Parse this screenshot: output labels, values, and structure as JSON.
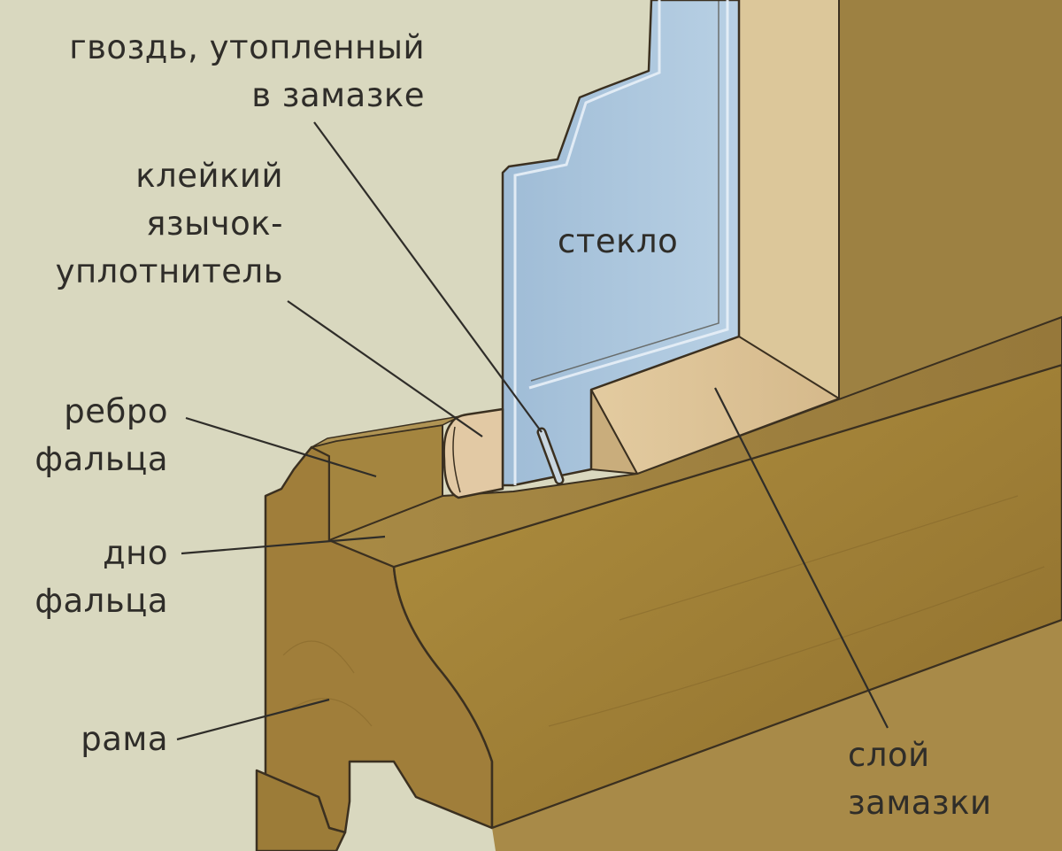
{
  "labels": {
    "nail": [
      "гвоздь, утопленный",
      "в замазке"
    ],
    "tongue": [
      "клейкий",
      "язычок-",
      "уплотнитель"
    ],
    "rebate_edge": [
      "ребро",
      "фальца"
    ],
    "rebate_bottom": [
      "дно",
      "фальца"
    ],
    "frame": [
      "рама"
    ],
    "glass": [
      "стекло"
    ],
    "putty": [
      "слой",
      "замазки"
    ]
  },
  "colors": {
    "background": "#d9d8bf",
    "wood": "#a5843e",
    "wood_dark": "#7e6128",
    "glass": "#a9c4dc",
    "putty": "#ddc59a",
    "text": "#2f2d29"
  }
}
